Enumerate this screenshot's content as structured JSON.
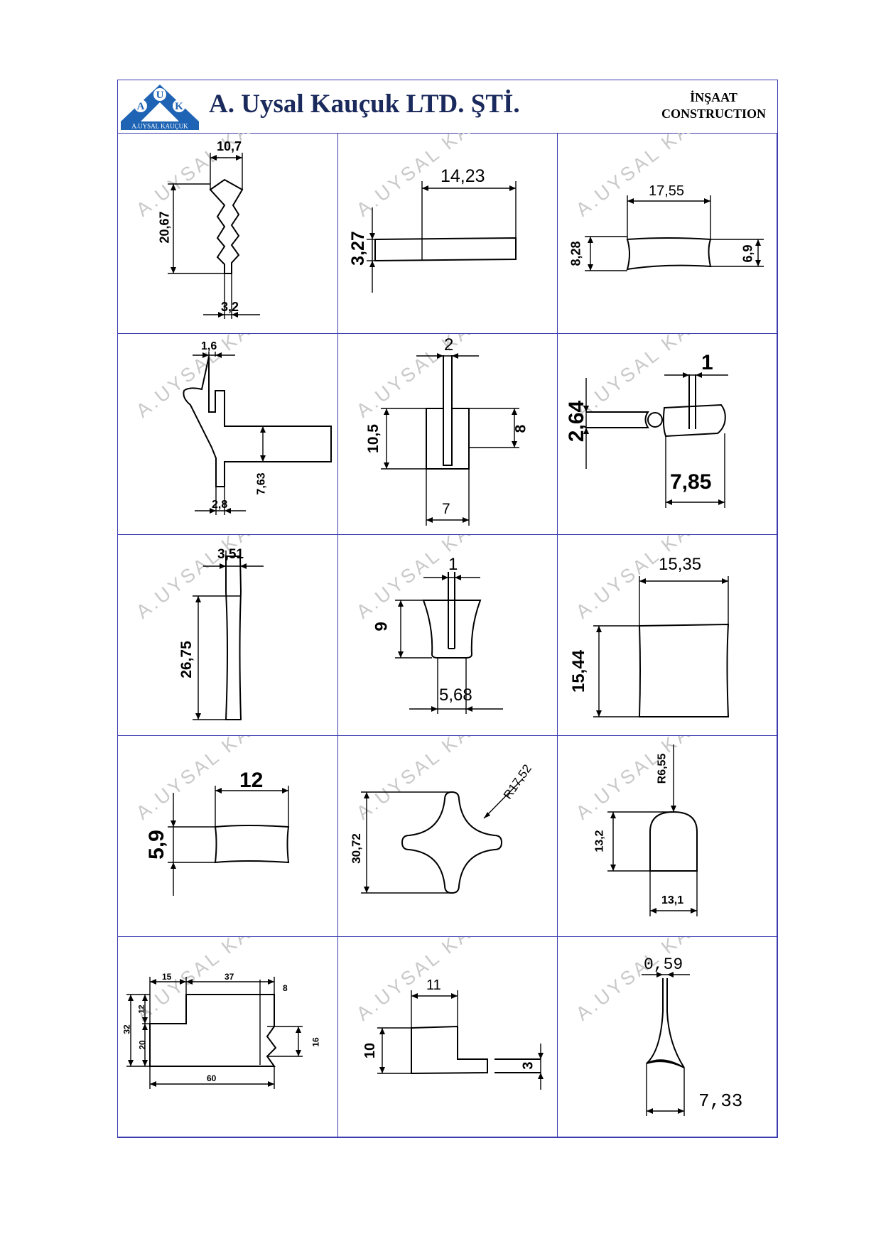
{
  "header": {
    "logo_letters": [
      "A",
      "U",
      "K"
    ],
    "logo_caption": "A.UYSAL KAUÇUK",
    "company_name": "A. Uysal Kauçuk LTD. ŞTİ.",
    "category_tr": "İNŞAAT",
    "category_en": "CONSTRUCTION"
  },
  "watermark": "A.UYSAL KAUÇUK",
  "colors": {
    "frame": "#3b3bb0",
    "logo_blue": "#1f64b4",
    "company_text": "#1b2a5c"
  },
  "profiles": [
    {
      "id": "p1",
      "dims": [
        "10,7",
        "20,67",
        "3,2"
      ]
    },
    {
      "id": "p2",
      "dims": [
        "14,23",
        "3,27"
      ]
    },
    {
      "id": "p3",
      "dims": [
        "17,55",
        "8,28",
        "6,9"
      ]
    },
    {
      "id": "p4",
      "dims": [
        "1,6",
        "7,63",
        "2,8"
      ]
    },
    {
      "id": "p5",
      "dims": [
        "2",
        "10,5",
        "8",
        "7"
      ]
    },
    {
      "id": "p6",
      "dims": [
        "1",
        "2,64",
        "7,85"
      ]
    },
    {
      "id": "p7",
      "dims": [
        "3,51",
        "26,75"
      ]
    },
    {
      "id": "p8",
      "dims": [
        "1",
        "9",
        "5,68"
      ]
    },
    {
      "id": "p9",
      "dims": [
        "15,35",
        "15,44"
      ]
    },
    {
      "id": "p10",
      "dims": [
        "12",
        "5,9"
      ]
    },
    {
      "id": "p11",
      "dims": [
        "R17,52",
        "30,72"
      ]
    },
    {
      "id": "p12",
      "dims": [
        "R6,55",
        "13,2",
        "13,1"
      ]
    },
    {
      "id": "p13",
      "dims": [
        "15",
        "37",
        "8",
        "12",
        "32",
        "20",
        "16",
        "60"
      ]
    },
    {
      "id": "p14",
      "dims": [
        "11",
        "10",
        "3"
      ]
    },
    {
      "id": "p15",
      "dims": [
        "0,59",
        "7,33"
      ]
    }
  ]
}
